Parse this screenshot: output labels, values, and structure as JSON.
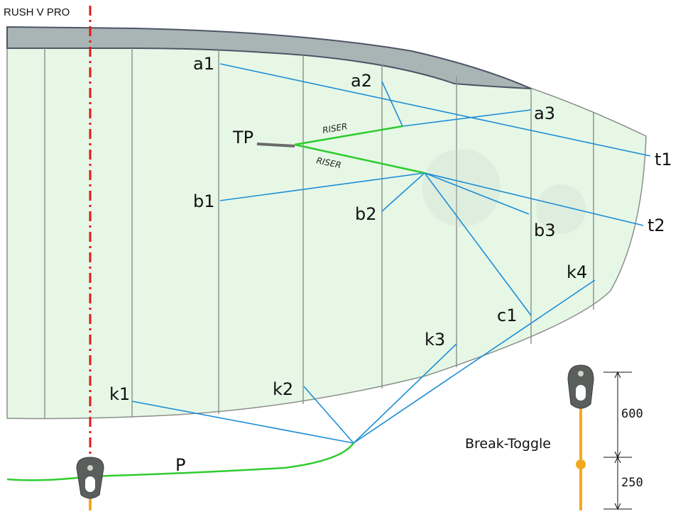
{
  "title": "RUSH V PRO",
  "labels": {
    "a1": "a1",
    "a2": "a2",
    "a3": "a3",
    "b1": "b1",
    "b2": "b2",
    "b3": "b3",
    "t1": "t1",
    "t2": "t2",
    "c1": "c1",
    "k1": "k1",
    "k2": "k2",
    "k3": "k3",
    "k4": "k4",
    "tp": "TP",
    "p": "P",
    "riser_upper": "RISER",
    "riser_lower": "RISER"
  },
  "toggle": {
    "label": "Break-Toggle",
    "dim_upper": "600",
    "dim_lower": "250"
  },
  "colors": {
    "wing_fill": "#e6f7e6",
    "wing_outline": "#8a8f8a",
    "leading_edge": "#a9b5b5",
    "line_blue": "#1c8ed6",
    "riser_green": "#2ecc2e",
    "center_line_red": "#e01818",
    "toggle_orange": "#f2a91f"
  }
}
